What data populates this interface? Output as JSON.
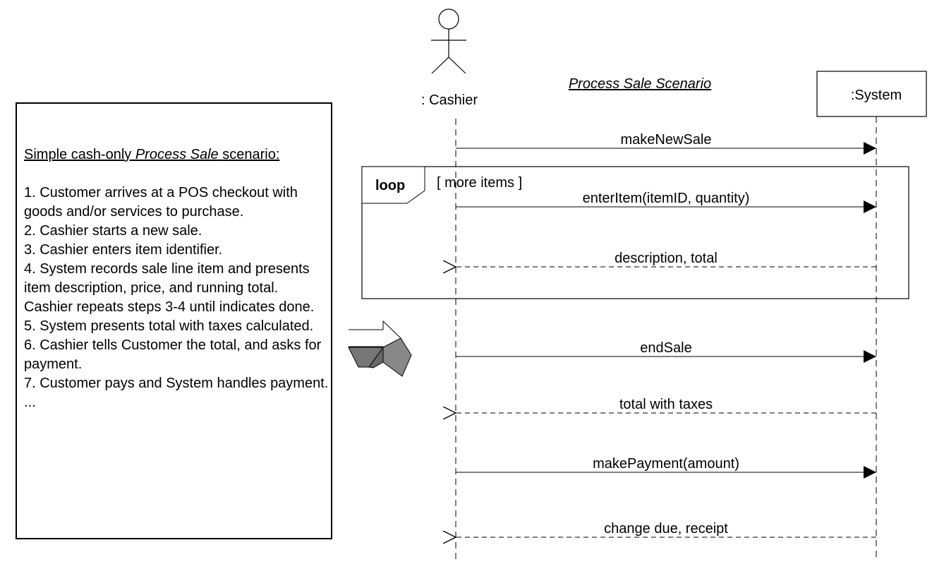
{
  "title": "Process Sale Scenario",
  "lifelines": {
    "cashier": {
      "label": ": Cashier"
    },
    "system": {
      "label": ":System"
    }
  },
  "loop": {
    "keyword": "loop",
    "guard": "[ more items ]"
  },
  "messages": [
    {
      "label": "makeNewSale",
      "kind": "call"
    },
    {
      "label": "enterItem(itemID, quantity)",
      "kind": "call"
    },
    {
      "label": "description, total",
      "kind": "return"
    },
    {
      "label": "endSale",
      "kind": "call"
    },
    {
      "label": "total with taxes",
      "kind": "return"
    },
    {
      "label": "makePayment(amount)",
      "kind": "call"
    },
    {
      "label": "change due, receipt",
      "kind": "return"
    }
  ],
  "scenario": {
    "heading_pre": "Simple cash-only ",
    "heading_em": "Process Sale",
    "heading_post": " scenario:",
    "steps": [
      "1. Customer arrives at a POS checkout with goods and/or services to purchase.",
      "2. Cashier starts a new sale.",
      "3. Cashier enters item identifier.",
      "4. System records sale line item and presents item description, price, and running total.",
      "Cashier repeats steps 3-4 until indicates done.",
      "5. System presents total with taxes calculated.",
      "6. Cashier tells Customer the total, and asks for payment.",
      "7. Customer pays and System handles payment.",
      "..."
    ]
  }
}
